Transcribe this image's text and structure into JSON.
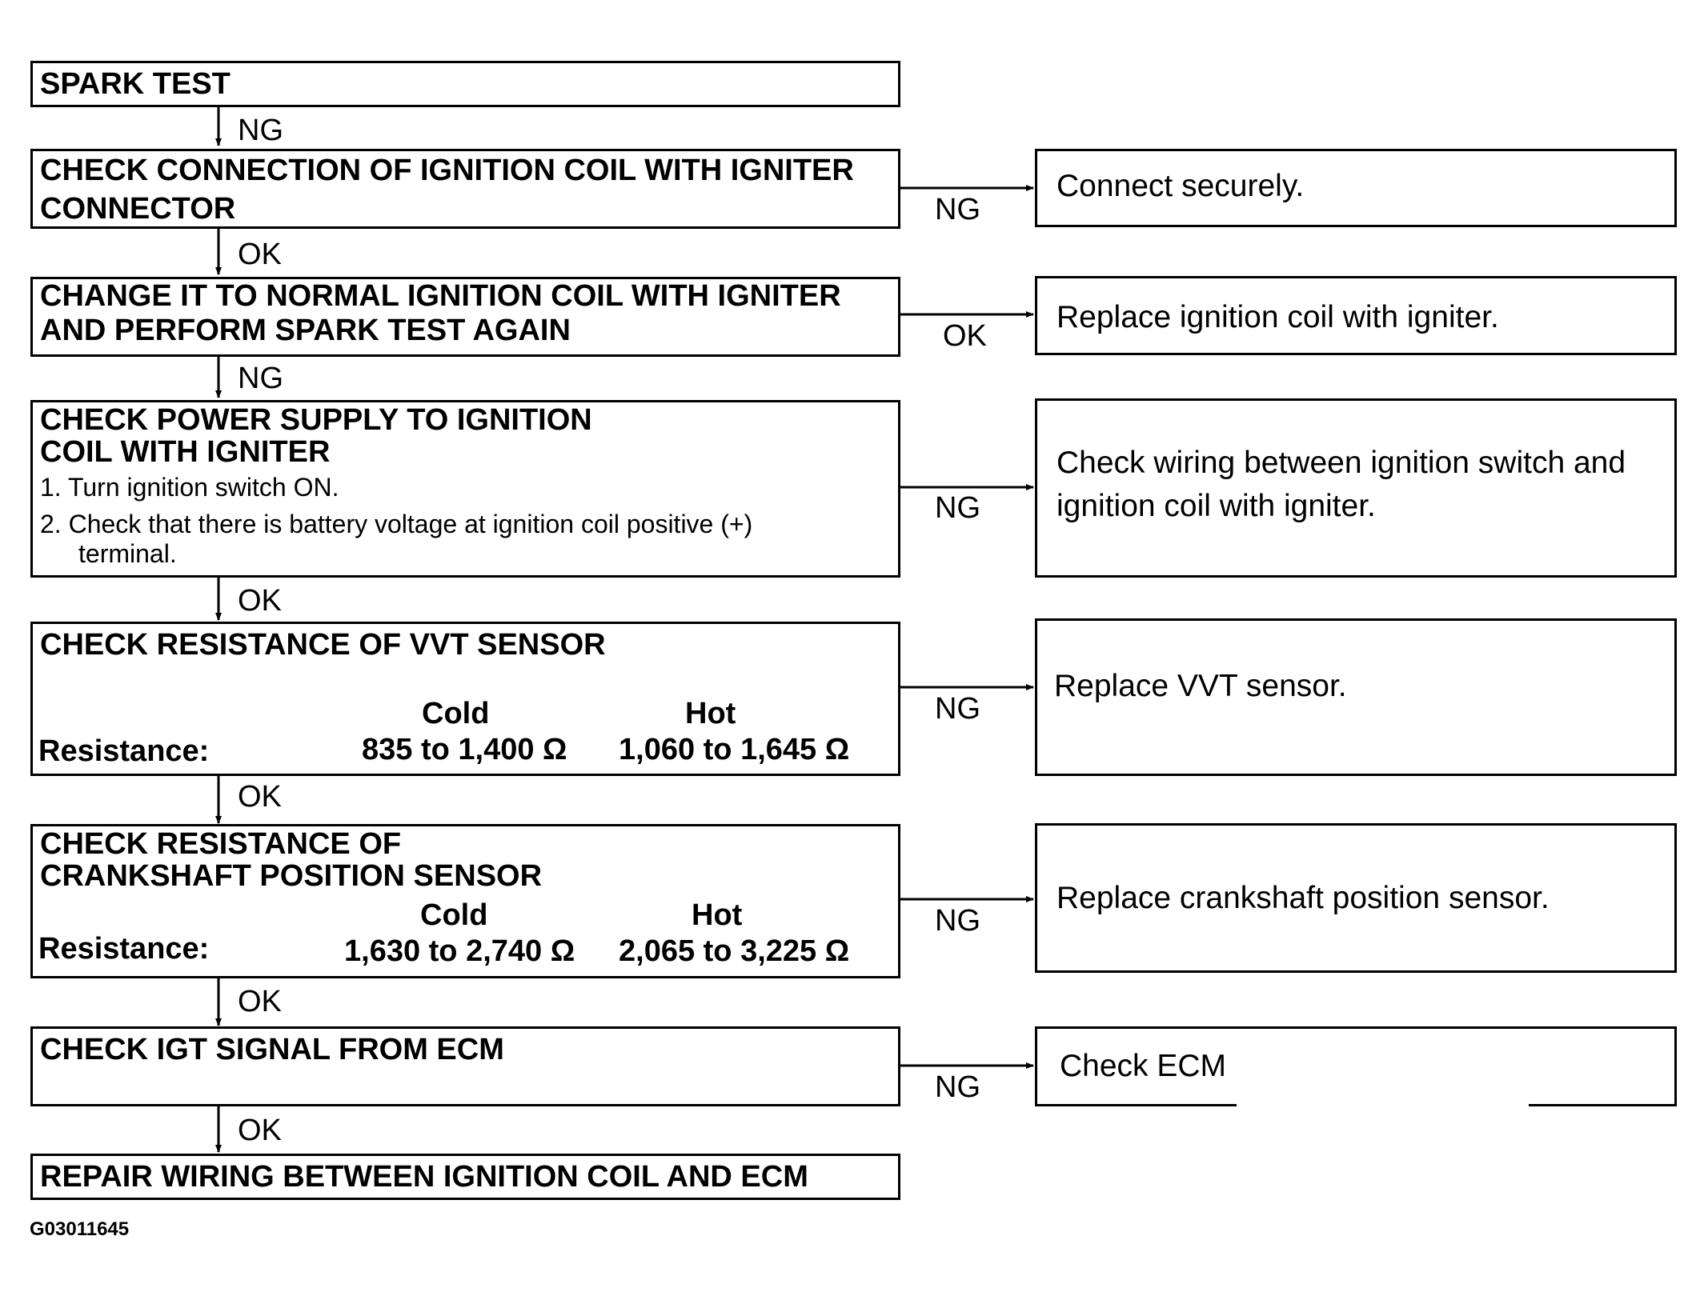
{
  "steps": [
    {
      "title": "SPARK TEST"
    },
    {
      "title": "CHECK CONNECTION OF IGNITION COIL WITH IGNITER CONNECTOR",
      "result_label": "NG",
      "result": "Connect securely."
    },
    {
      "title": "CHANGE IT TO NORMAL IGNITION COIL WITH IGNITER AND PERFORM SPARK TEST AGAIN",
      "result_label": "OK",
      "result": "Replace ignition coil with igniter."
    },
    {
      "title": "CHECK POWER SUPPLY TO IGNITION COIL WITH IGNITER",
      "sub_steps": [
        "1. Turn ignition switch ON.",
        "2. Check that there is battery voltage at ignition coil positive (+)",
        "terminal."
      ],
      "result_label": "NG",
      "result": "Check wiring between ignition switch and ignition coil with igniter."
    },
    {
      "title": "CHECK RESISTANCE OF VVT SENSOR",
      "col_cold": "Cold",
      "col_hot": "Hot",
      "row_label": "Resistance:",
      "cold": "835 to 1,400 Ω",
      "hot": "1,060 to 1,645 Ω",
      "result_label": "NG",
      "result": "Replace VVT sensor."
    },
    {
      "title": "CHECK RESISTANCE OF CRANKSHAFT POSITION SENSOR",
      "col_cold": "Cold",
      "col_hot": "Hot",
      "row_label": "Resistance:",
      "cold": "1,630 to 2,740 Ω",
      "hot": "2,065 to 3,225 Ω",
      "result_label": "NG",
      "result": "Replace crankshaft position sensor."
    },
    {
      "title": "CHECK IGT SIGNAL FROM ECM",
      "result_label": "NG",
      "result": "Check ECM"
    },
    {
      "title": "REPAIR WIRING BETWEEN IGNITION COIL AND ECM"
    }
  ],
  "down_labels": [
    "NG",
    "OK",
    "NG",
    "OK",
    "OK",
    "OK",
    "OK"
  ],
  "figure_code": "G03011645"
}
